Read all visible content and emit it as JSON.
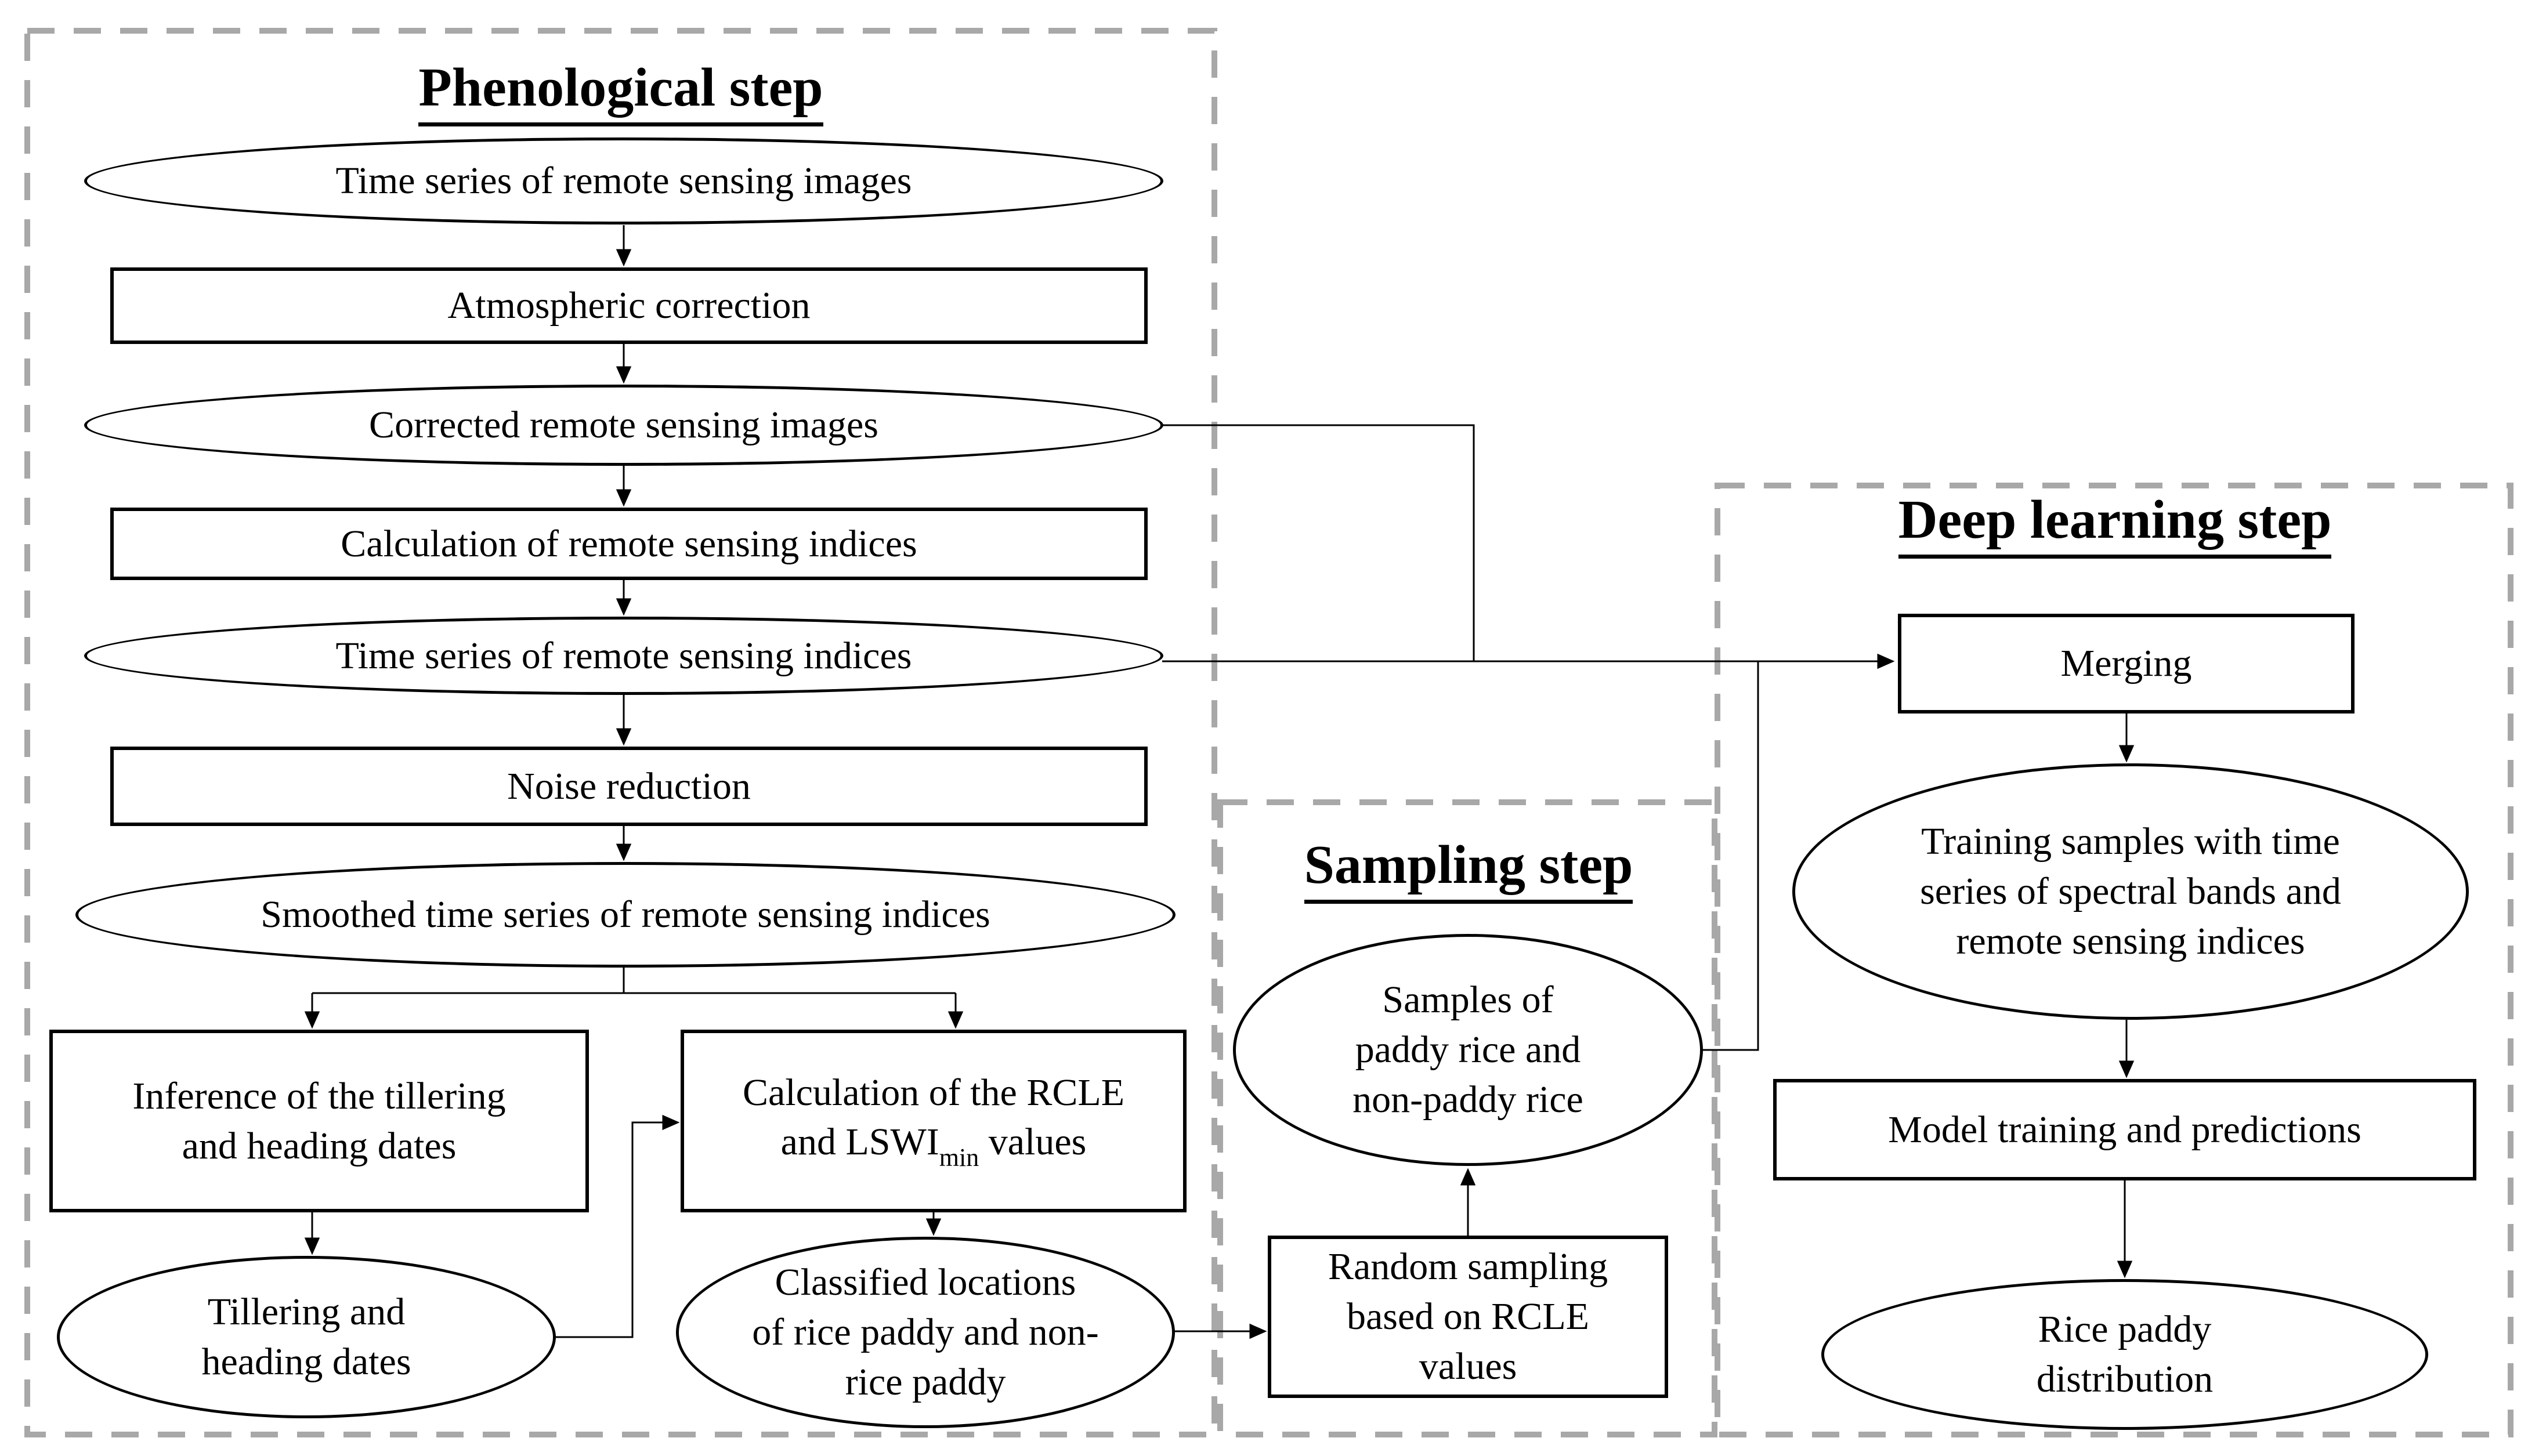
{
  "colors": {
    "background": "#ffffff",
    "shape_fill": "#ffffff",
    "shape_border": "#000000",
    "connector": "#000000",
    "dashed_border": "#a8a8a8",
    "text": "#000000"
  },
  "sections": {
    "phenological": {
      "title": "Phenological step"
    },
    "sampling": {
      "title": "Sampling step"
    },
    "deep_learning": {
      "title": "Deep learning step"
    }
  },
  "nodes": {
    "time_series_images": {
      "shape": "ellipse",
      "label": "Time series of remote sensing images"
    },
    "atmospheric_correction": {
      "shape": "rect",
      "label": "Atmospheric correction"
    },
    "corrected_images": {
      "shape": "ellipse",
      "label": "Corrected remote sensing images"
    },
    "calc_indices": {
      "shape": "rect",
      "label": "Calculation of remote sensing indices"
    },
    "time_series_indices": {
      "shape": "ellipse",
      "label": "Time series of remote sensing indices"
    },
    "noise_reduction": {
      "shape": "rect",
      "label": "Noise reduction"
    },
    "smoothed_series": {
      "shape": "ellipse",
      "label": "Smoothed time series of remote sensing indices"
    },
    "inference_dates": {
      "shape": "rect",
      "label": "Inference of the tillering\nand heading dates"
    },
    "calc_rcle": {
      "shape": "rect",
      "line1": "Calculation of the RCLE",
      "line2_pre": "and LSWI",
      "line2_sub": "min",
      "line2_post": " values"
    },
    "tillering_dates": {
      "shape": "ellipse",
      "label": "Tillering and\nheading dates"
    },
    "classified_locations": {
      "shape": "ellipse",
      "label": "Classified locations\nof rice paddy and non-\nrice paddy"
    },
    "samples": {
      "shape": "ellipse",
      "label": "Samples of\npaddy rice and\nnon-paddy rice"
    },
    "random_sampling": {
      "shape": "rect",
      "label": "Random sampling\nbased on RCLE\nvalues"
    },
    "merging": {
      "shape": "rect",
      "label": "Merging"
    },
    "training_samples": {
      "shape": "ellipse",
      "label": "Training samples with time\nseries of spectral bands and\nremote sensing indices"
    },
    "model_training": {
      "shape": "rect",
      "label": "Model training and predictions"
    },
    "rice_distribution": {
      "shape": "ellipse",
      "label": "Rice paddy\ndistribution"
    }
  }
}
